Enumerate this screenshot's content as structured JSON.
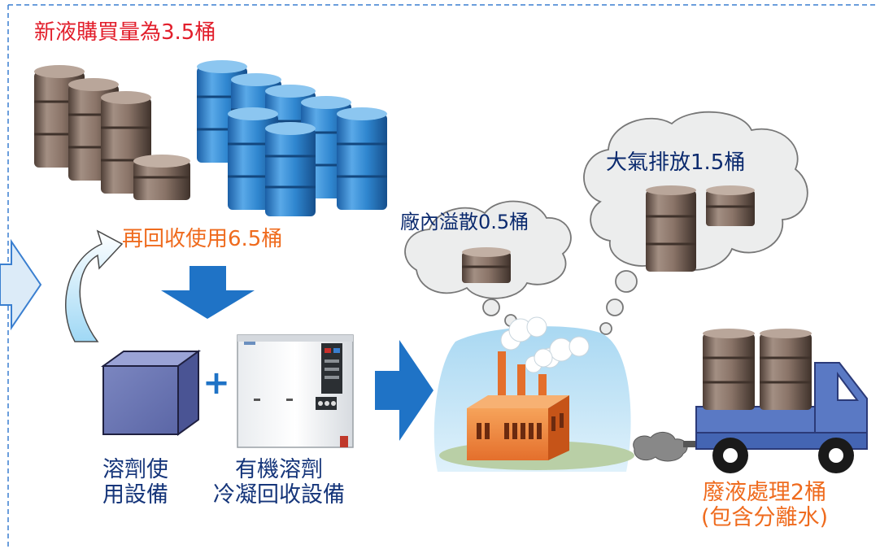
{
  "labels": {
    "new_purchase": "新液購買量為3.5桶",
    "recycle": "再回收使用6.5桶",
    "plant_spill": "廠內溢散0.5桶",
    "air_emission": "大氣排放1.5桶",
    "solvent_equipment_line1": "溶劑使",
    "solvent_equipment_line2": "用設備",
    "recovery_equipment_line1": "有機溶劑",
    "recovery_equipment_line2": "冷凝回收設備",
    "waste_line1": "廢液處理2桶",
    "waste_line2": "(包含分離水)",
    "plus": "+"
  },
  "colors": {
    "drum_brown": "#8a7468",
    "drum_blue": "#2f86cf",
    "arrow_blue": "#1f73c6",
    "cloud": "#eceded",
    "frame_dash": "#3a7fd0",
    "red_text": "#e21e2b",
    "orange_text": "#ef6b1e",
    "navy_text": "#0b2a6e"
  }
}
